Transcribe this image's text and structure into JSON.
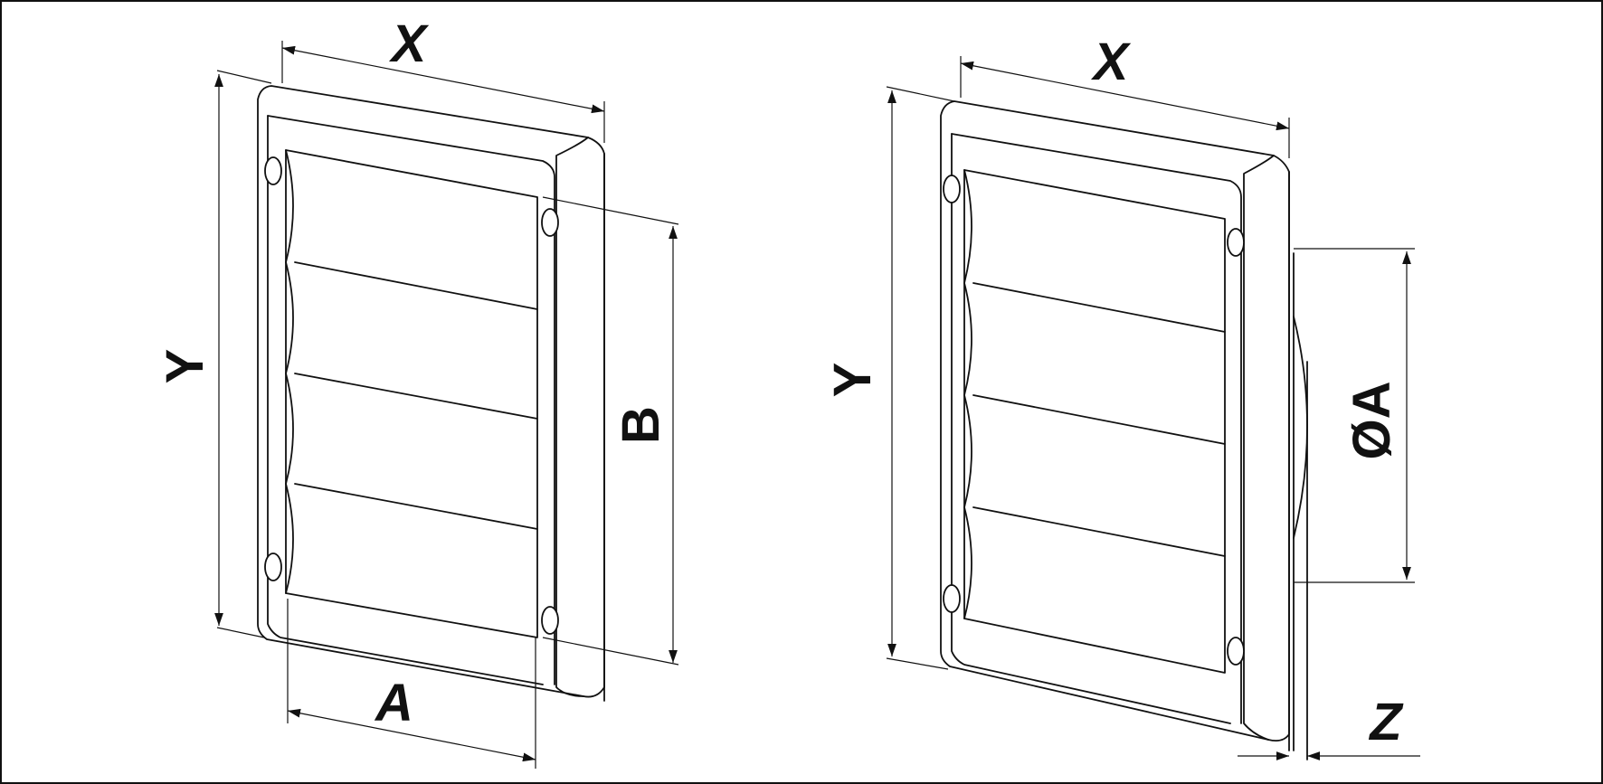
{
  "diagram": {
    "left_view": {
      "labels": {
        "x": "X",
        "y": "Y",
        "a": "A",
        "b": "B"
      }
    },
    "right_view": {
      "labels": {
        "x": "X",
        "y": "Y",
        "diameter": "ØA",
        "z": "Z"
      }
    },
    "colors": {
      "line": "#111111",
      "background": "#ffffff"
    }
  }
}
